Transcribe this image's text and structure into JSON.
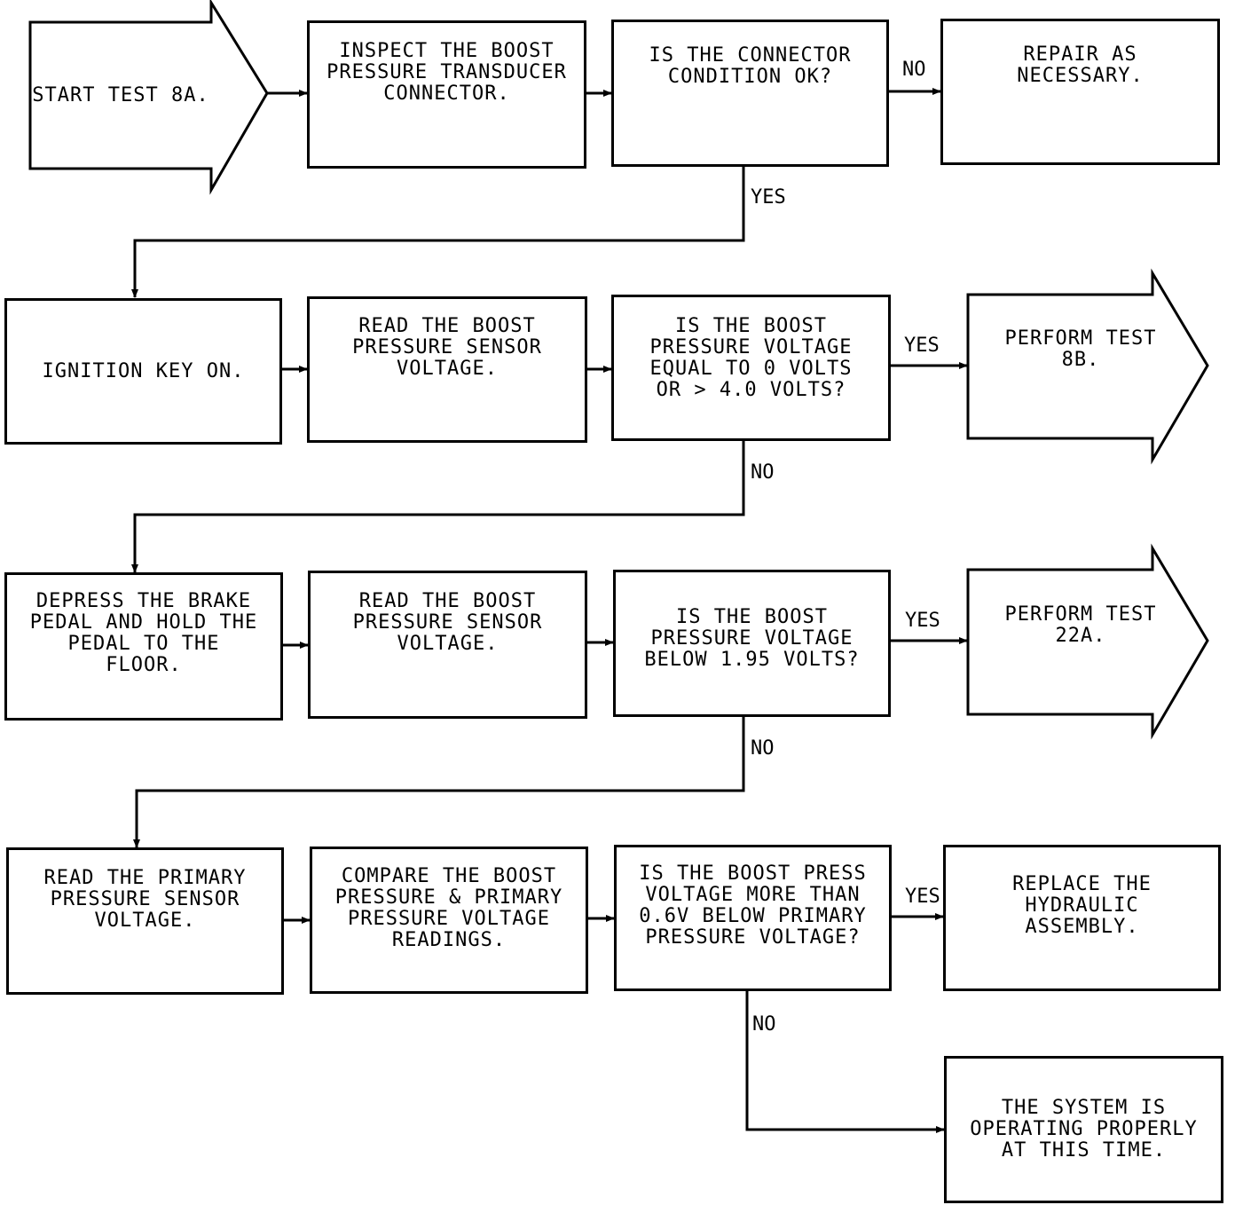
{
  "flowchart": {
    "start": "START TEST 8A.",
    "inspect_connector": "INSPECT THE BOOST\nPRESSURE TRANSDUCER\nCONNECTOR.",
    "connector_ok_question": "IS THE CONNECTOR\nCONDITION OK?",
    "repair": "REPAIR AS\nNECESSARY.",
    "ignition": "IGNITION KEY ON.",
    "read_boost_1": "READ THE BOOST\nPRESSURE SENSOR\nVOLTAGE.",
    "voltage_question_1": "IS THE BOOST\nPRESSURE VOLTAGE\nEQUAL TO 0 VOLTS\nOR > 4.0 VOLTS?",
    "perform_8b": "PERFORM TEST\n8B.",
    "depress_brake": "DEPRESS THE BRAKE\nPEDAL AND HOLD THE\nPEDAL TO THE\nFLOOR.",
    "read_boost_2": "READ THE BOOST\nPRESSURE SENSOR\nVOLTAGE.",
    "voltage_question_2": "IS THE BOOST\nPRESSURE VOLTAGE\nBELOW 1.95 VOLTS?",
    "perform_22a": "PERFORM TEST\n22A.",
    "read_primary": "READ THE PRIMARY\nPRESSURE SENSOR\nVOLTAGE.",
    "compare": "COMPARE THE BOOST\nPRESSURE & PRIMARY\nPRESSURE VOLTAGE\nREADINGS.",
    "voltage_question_3": "IS THE BOOST PRESS\nVOLTAGE MORE THAN\n0.6V BELOW PRIMARY\nPRESSURE VOLTAGE?",
    "replace": "REPLACE THE\nHYDRAULIC\nASSEMBLY.",
    "system_ok": "THE SYSTEM IS\nOPERATING PROPERLY\nAT THIS TIME."
  },
  "labels": {
    "no_1": "NO",
    "yes_1": "YES",
    "yes_2": "YES",
    "no_2": "NO",
    "yes_3": "YES",
    "no_3": "NO",
    "yes_4": "YES",
    "no_4": "NO"
  }
}
